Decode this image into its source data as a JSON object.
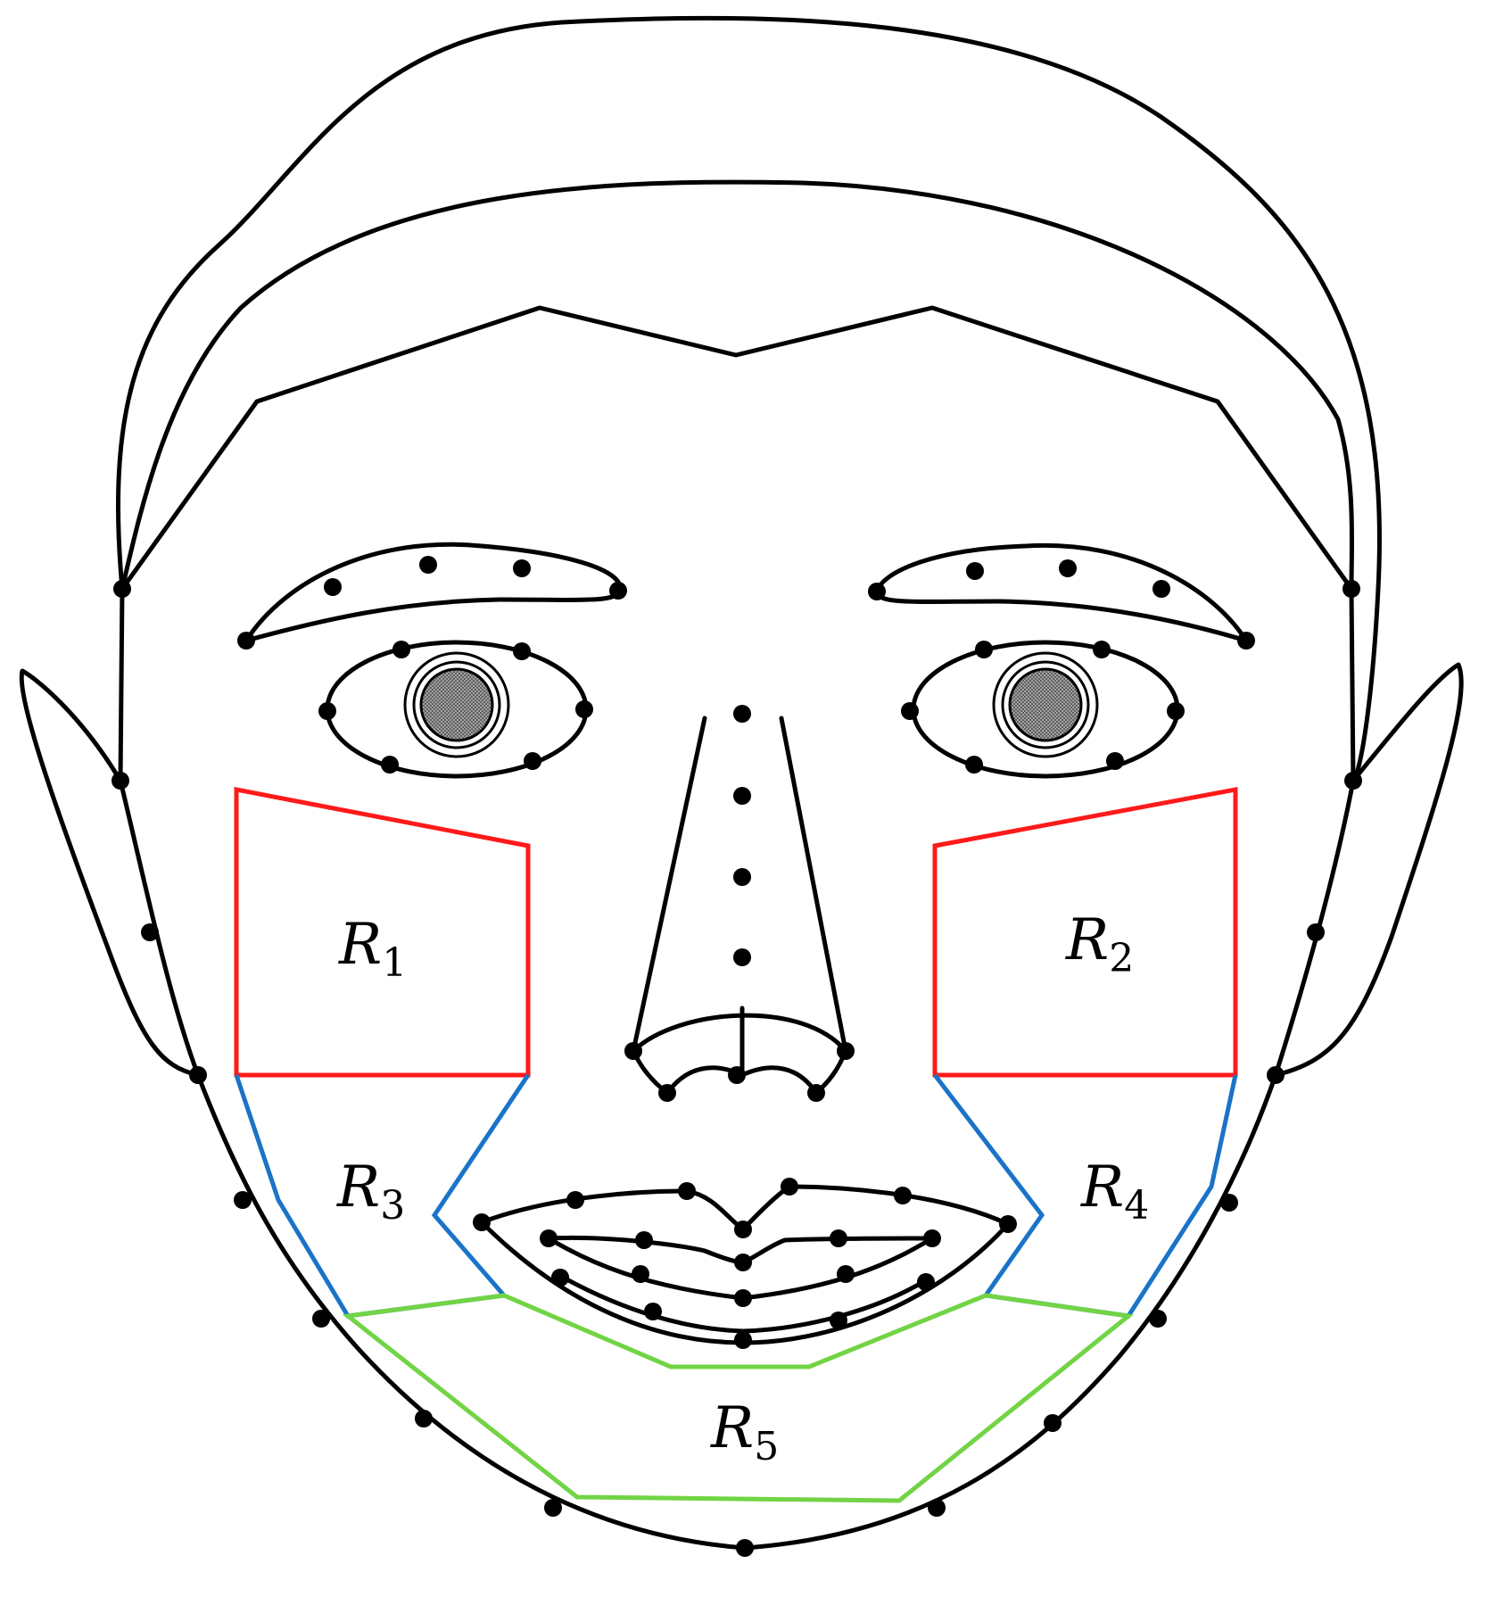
{
  "colors": {
    "outline": "#000000",
    "cheek_regions": "#ff1a1a",
    "jaw_regions": "#1a73c8",
    "chin_region": "#72d445",
    "iris_fill": "#8c8c8c"
  },
  "regions": [
    {
      "id": "R1",
      "letter": "R",
      "sub": "1"
    },
    {
      "id": "R2",
      "letter": "R",
      "sub": "2"
    },
    {
      "id": "R3",
      "letter": "R",
      "sub": "3"
    },
    {
      "id": "R4",
      "letter": "R",
      "sub": "4"
    },
    {
      "id": "R5",
      "letter": "R",
      "sub": "5"
    }
  ]
}
